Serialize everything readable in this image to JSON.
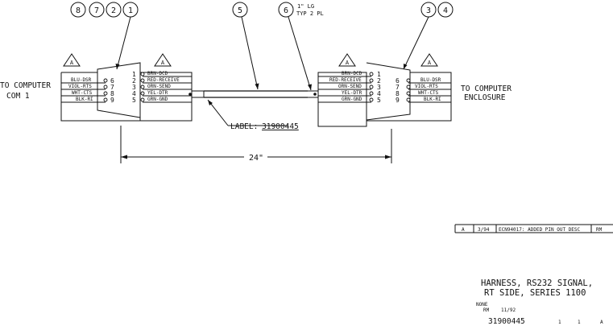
{
  "left_connector": {
    "side_label_1": "TO COMPUTER",
    "side_label_2": "COM 1",
    "triangle_left": "A",
    "triangle_right": "A",
    "outer_wires": [
      {
        "color": "BLU-DSR",
        "pin": "6"
      },
      {
        "color": "VIOL-RTS",
        "pin": "7"
      },
      {
        "color": "WHT-CTS",
        "pin": "8"
      },
      {
        "color": "BLK-RI",
        "pin": "9"
      }
    ],
    "inner_wires": [
      {
        "pin": "1",
        "color": "BRN-DCD"
      },
      {
        "pin": "2",
        "color": "RED-RECEIVE"
      },
      {
        "pin": "3",
        "color": "ORN-SEND"
      },
      {
        "pin": "4",
        "color": "YEL-DTR"
      },
      {
        "pin": "5",
        "color": "GRN-GND"
      }
    ]
  },
  "right_connector": {
    "side_label_1": "TO COMPUTER",
    "side_label_2": "ENCLOSURE",
    "triangle_left": "A",
    "triangle_right": "A",
    "inner_wires": [
      {
        "color": "BRN-DCD",
        "pin": "1"
      },
      {
        "color": "RED-RECEIVE",
        "pin": "2"
      },
      {
        "color": "ORN-SEND",
        "pin": "3"
      },
      {
        "color": "YEL-DTR",
        "pin": "4"
      },
      {
        "color": "GRN-GND",
        "pin": "5"
      }
    ],
    "outer_wires": [
      {
        "pin": "6",
        "color": "BLU-DSR"
      },
      {
        "pin": "7",
        "color": "VIOL-RTS"
      },
      {
        "pin": "8",
        "color": "WHT-CTS"
      },
      {
        "pin": "9",
        "color": "BLK-RI"
      }
    ]
  },
  "balloons": {
    "left_group": [
      "8",
      "7",
      "2",
      "1"
    ],
    "cable": "5",
    "label_tag": "6",
    "right_group": [
      "3",
      "4"
    ]
  },
  "label_note": {
    "line1": "1\" LG",
    "line2": "TYP 2 PL"
  },
  "label_callout": {
    "prefix": "LABEL:",
    "part": "31900445"
  },
  "dimension": "24\"",
  "revision": {
    "rev": "A",
    "date": "3/94",
    "description": "ECN94017: ADDED PIN OUT DESC",
    "initials": "RM"
  },
  "title_block": {
    "title_line1": "HARNESS, RS232 SIGNAL,",
    "title_line2": "RT SIDE, SERIES 1100",
    "tolerance": "NONE",
    "drawn_by": "RM",
    "drawn_date": "11/92",
    "drawing_number": "31900445",
    "sheet": "1",
    "of": "1",
    "rev": "A"
  }
}
